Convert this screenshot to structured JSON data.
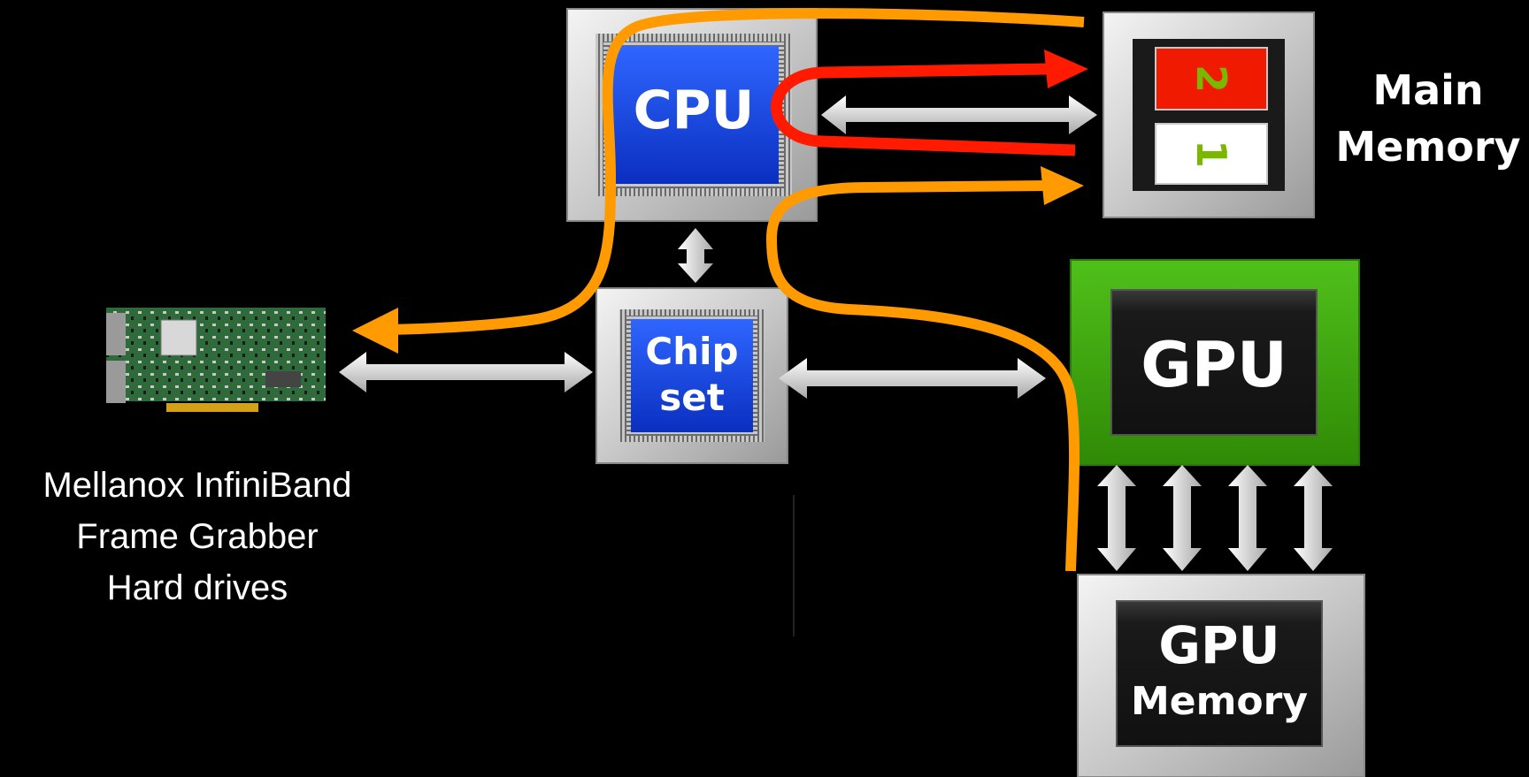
{
  "diagram": {
    "cpu_label": "CPU",
    "chipset_label_line1": "Chip",
    "chipset_label_line2": "set",
    "gpu_label": "GPU",
    "gpu_memory_label_line1": "GPU",
    "gpu_memory_label_line2": "Memory",
    "main_memory_label_line1": "Main",
    "main_memory_label_line2": "Memory",
    "memory_slot_top": "2",
    "memory_slot_bottom": "1",
    "device_label_line1": "Mellanox InfiniBand",
    "device_label_line2": "Frame Grabber",
    "device_label_line3": "Hard drives"
  },
  "colors": {
    "background": "#000000",
    "cpu_blue": "#0a3fd8",
    "gpu_green": "#3aa10a",
    "path_orange": "#ff9a00",
    "path_red": "#ff1a00",
    "slot_red": "#f01a00",
    "slot_digit_green": "#7ab800"
  },
  "icons": [
    "pcie-card-icon"
  ]
}
